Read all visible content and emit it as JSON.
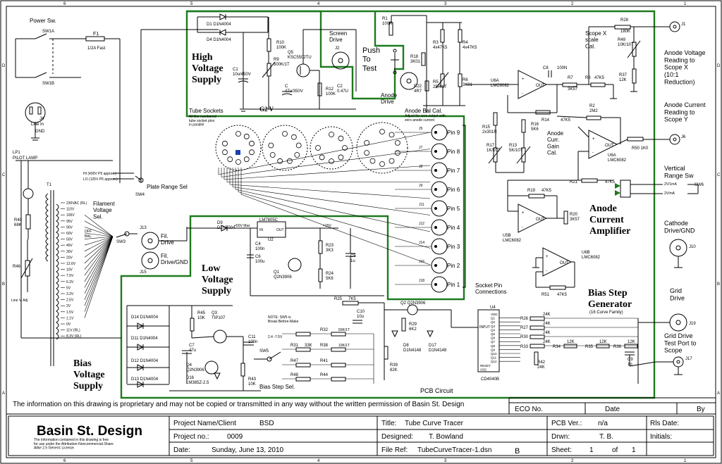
{
  "blocks": {
    "high_voltage": "High\nVoltage\nSupply",
    "low_voltage": "Low\nVoltage\nSupply",
    "bias_voltage": "Bias\nVoltage\nSupply",
    "push_to_test": "Push\nTo\nTest",
    "anode_current_amp": "Anode\nCurrent\nAmplifier",
    "bias_step_gen": "Bias Step\nGenerator",
    "bias_step_sub": "(16 Curve Family)"
  },
  "labels": {
    "power_sw": "Power Sw.",
    "sw1a": "SW1A",
    "sw1b": "SW1B",
    "f1": "F1",
    "f1_val": "1/2A Fast",
    "j4": "J4",
    "line_in": "Line In",
    "gnd": "GND",
    "lp1": "LP1",
    "pilot_lamp": "PILOT LAMP",
    "r40": "R40",
    "r40_val": "68K",
    "r46": "R46",
    "line_adj": "Line V. Adj",
    "t1": "T1",
    "screen_drive": "Screen\nDrive",
    "j2": "J2",
    "g2v": "G2 V",
    "anode_drive": "Anode\nDrive",
    "anode_bal": "Anode Bal Cal.",
    "anode_bal_sub": "Adjust for zero output with\nzero anode current",
    "tube_sockets": "Tube Sockets",
    "tube_sockets_sub": "All like-numbered\ntube socket pins\nin parallel",
    "plate_range": "Plate Range Sel",
    "plate_hi": "HI (400V P5 approx.)",
    "plate_lo": "LO (125V P5 approx.)",
    "sw4": "SW4",
    "filament_sel": "Filament\nVoltage\nSel.",
    "sw3": "SW3",
    "j13": "J13",
    "fil_drive": "Fil.\nDrive",
    "j15": "J15",
    "fil_drive_gnd": "Fil.\nDrive/GND",
    "socket_pins": "Socket Pin\nConnections",
    "scope_x_cal": "Scope X\nscale\nCal.",
    "anode_v_scope": "Anode Voltage\nReading to\nScope X\n(10:1\nReduction)",
    "anode_i_scope": "Anode Current\nReading to\nScope Y",
    "vertical_range": "Vertical\nRange Sw",
    "cathode_drive": "Cathode\nDrive/GND",
    "grid_drive": "Grid\nDrive",
    "grid_scope": "Grid Drive\nTest Port to\nScope",
    "bias_step_sel": "Bias Step Sel.",
    "pcb_circuit": "PCB Circuit",
    "note_sw5": "NOTE: SW5 is\nBreak-Before-Make",
    "anode_gain": "Anode\nCurr.\nGain\nCal.",
    "v2ma": "2V/1mA",
    "v2ma_b": "2V/mA",
    "sw6": "SW6"
  },
  "pins": [
    "Pin 9",
    "Pin 8",
    "Pin 7",
    "Pin 6",
    "Pin 5",
    "Pin 4",
    "Pin 3",
    "Pin 2",
    "Pin 1"
  ],
  "pin_refs": [
    "J5",
    "J7",
    "J8",
    "J9",
    "J11",
    "J12",
    "J14",
    "J16",
    "J18"
  ],
  "parts": {
    "d1": "D1  D1N4004",
    "d4": "D4  D1N4004",
    "r10": "R10\n100K",
    "r9": "R9\n500K/1T",
    "q5": "Q5\nKSC5502TU",
    "c1": "C1\n10u/450V",
    "c2": "C2\n0.47U",
    "c4c": "C\n47u/350V",
    "r12": "R12\n100K",
    "r1": "R1\n100R",
    "r18": "R18\n3K01",
    "r22": "R22\n4R7",
    "r3": "R3\n4x47K5",
    "r4": "R4\n4x47K5",
    "r5": "R5\n25R/1T",
    "r6": "R6\n3K01",
    "c8": "C8",
    "c8v": "100N",
    "u6a": "U6A\nLMC6082",
    "r7": "R7",
    "r7v": "3K57",
    "r8": "R8",
    "r8v": "47K5",
    "r28": "R28",
    "r28v": "180K",
    "r49": "R49\n10K/10T",
    "r37": "R37\n12K",
    "j1": "J1",
    "r14": "R14",
    "r14v": "47K5",
    "r15": "R15\n2x301R",
    "r16": "R16\n5K6",
    "r17": "R17\n1K/10T",
    "r13": "R13\n5K/10T",
    "r2": "R2\n2M2",
    "u6b_top": "U6A\nLMC6082",
    "r50": "R50  1K0",
    "j6": "J6",
    "r21": "R21",
    "r21v": "47K5",
    "r19": "R19",
    "r19v": "47K5",
    "r20": "R20\n3K57",
    "u5b": "U5B\nLMC6082",
    "u6b": "U6B\nLMC6082",
    "r51": "R51",
    "r51v": "47K5",
    "j10": "J10",
    "d9": "D9\nD1N4004",
    "u2": "LM7805C",
    "u2ref": "U2",
    "c4": "C4\n100n",
    "c6": "C6\n100u",
    "r23": "R23\n3K3",
    "r24": "R24\n5K6",
    "c5": "C5\n1u",
    "q1": "Q1\nQ2N3906",
    "v50": "+50V Max",
    "v15": "+15V",
    "r25": "R25",
    "r25v": "7K5",
    "c10": "C10\n10u",
    "d14": "D14  D1N4004",
    "d11": "D11  D1N4004",
    "d12": "D12  D1N4004",
    "d13": "D13  D1N4004",
    "r45": "R45\n10K",
    "q3": "Q3\nTIP107",
    "c7": "C7\n47u",
    "q4": "Q4\nQ2N3906",
    "d16": "D16\nLM385Z-2.5",
    "c11": "C11\n100n",
    "r43": "R43\n10K",
    "sw5": "SW5",
    "r32": "R32",
    "r31": "R31",
    "r31v": "33K",
    "r38": "R38",
    "r47": "R47",
    "r48": "R48",
    "r41": "R41",
    "r44": "R44",
    "pot50": "50K/1T",
    "pot10": "10K/1T",
    "q2": "Q2  Q2N3906",
    "r29": "R29\n6K2",
    "d8": "D8\nD1N4148",
    "d17": "D17\nD1N4148",
    "r39": "R39\n82K",
    "u4": "U4",
    "u4n": "CD4040B",
    "u4in": "INPUT",
    "r26": "R26",
    "r27": "R27",
    "r30": "R30",
    "r33": "R33",
    "r34": "R34",
    "r35": "R35",
    "r36": "R36",
    "r42": "R42\n24K",
    "r24k": "24K",
    "r12k": "12K",
    "c9": "C9\n1n",
    "j17": "J17",
    "j19": "J19",
    "u4pins": [
      "VDD",
      "Q1",
      "Q2",
      "Q3",
      "Q4",
      "Q5",
      "Q6",
      "Q7",
      "Q8",
      "Q9",
      "Q10",
      "Q11",
      "Q12",
      "RESET",
      "VSS"
    ],
    "tap_list": [
      "230VAC (RL)",
      "110V",
      "100V",
      "95V",
      "90V",
      "60V",
      "50V",
      "40V",
      "30V",
      "20V",
      "12.6V",
      "10V",
      "7.5V",
      "6.3V",
      "5V",
      "3.3V",
      "2.5V",
      "2V",
      "1.5V",
      "1.1V",
      "0V",
      "11V (RL)",
      "8.3V (RL)"
    ],
    "fil_off": "OFF",
    "fil_bal": "BAL",
    "bias_taps": "2.4   -7.5V"
  },
  "notice": "The information on this drawing is proprietary and may not be copied or transmitted in any way without the written permission of Basin St. Design",
  "eco_header": {
    "eco": "ECO No.",
    "date": "Date",
    "by": "By"
  },
  "title_block": {
    "company": "Basin St. Design",
    "license": "The information contained in this drawing is free\nfor use under the Attribution-Noncommercial-Share\nAlike 2.5 Generic License.",
    "project_label": "Project Name/Client",
    "project_value": "BSD",
    "projno_label": "Project no.:",
    "projno_value": "0009",
    "date_label": "Date:",
    "date_value": "Sunday, June 13, 2010",
    "title_label": "Title:",
    "title_value": "Tube Curve Tracer",
    "designed_label": "Designed:",
    "designed_value": "T. Bowland",
    "fileref_label": "File Ref:",
    "fileref_value": "TubeCurveTracer-1.dsn",
    "rev_value": "B",
    "pcb_label": "PCB Ver.:",
    "pcb_value": "n/a",
    "drwn_label": "Drwn:",
    "drwn_value": "T. B.",
    "sheet_label": "Sheet:",
    "sheet_value": "1",
    "of_label": "of",
    "of_value": "1",
    "rls_label": "Rls Date:",
    "initials_label": "Initials:"
  },
  "border": {
    "cols": [
      "6",
      "5",
      "4",
      "3",
      "2",
      "1"
    ],
    "rows": [
      "D",
      "C",
      "B",
      "A"
    ]
  }
}
